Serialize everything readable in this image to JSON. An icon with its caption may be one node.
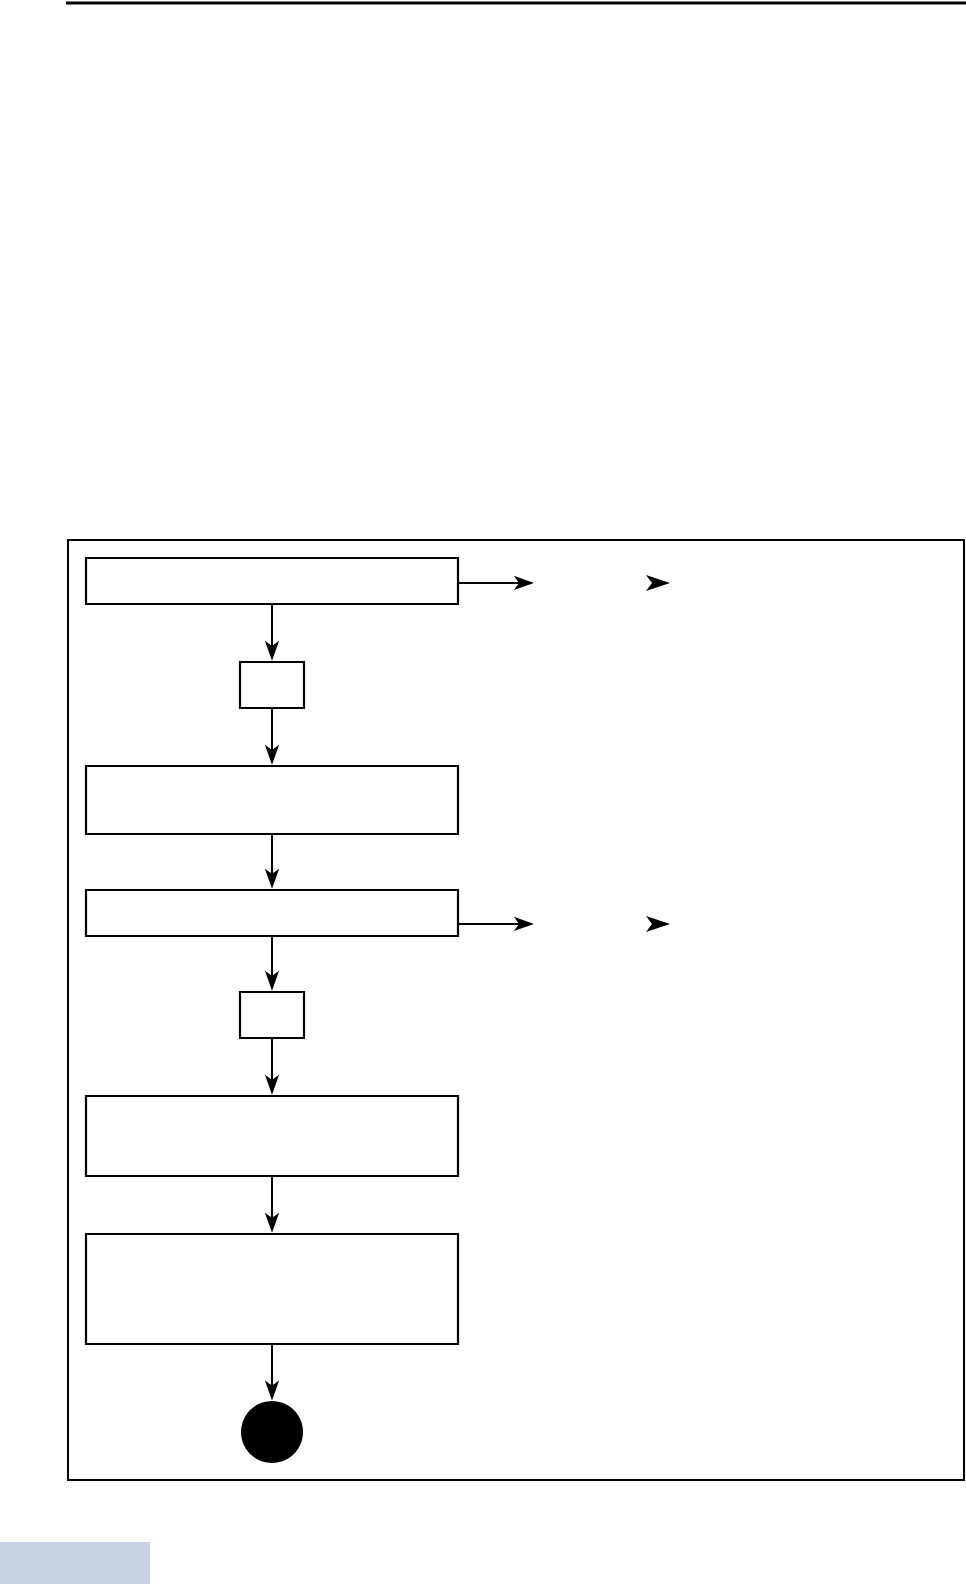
{
  "diagram": {
    "nodes": [
      {
        "text": [],
        "shape": "box"
      },
      {
        "text": [],
        "shape": "box"
      },
      {
        "text": [],
        "shape": "box"
      },
      {
        "text": [],
        "shape": "box"
      },
      {
        "text": [],
        "shape": "box"
      },
      {
        "text": [],
        "shape": "box"
      },
      {
        "text": [],
        "shape": "box"
      },
      {
        "text": [],
        "shape": "circle"
      }
    ],
    "edges": [
      {
        "from": 0,
        "to": null,
        "arrow": "to"
      },
      {
        "from": 0,
        "to": 1,
        "arrow": "to"
      },
      {
        "from": 1,
        "to": 2,
        "arrow": "to"
      },
      {
        "from": 2,
        "to": 3,
        "arrow": "to"
      },
      {
        "from": 3,
        "to": null,
        "arrow": "to"
      },
      {
        "from": 3,
        "to": 4,
        "arrow": "to"
      },
      {
        "from": 4,
        "to": 5,
        "arrow": "to"
      },
      {
        "from": 5,
        "to": 6,
        "arrow": "to"
      },
      {
        "from": 6,
        "to": 7,
        "arrow": "to"
      }
    ]
  }
}
